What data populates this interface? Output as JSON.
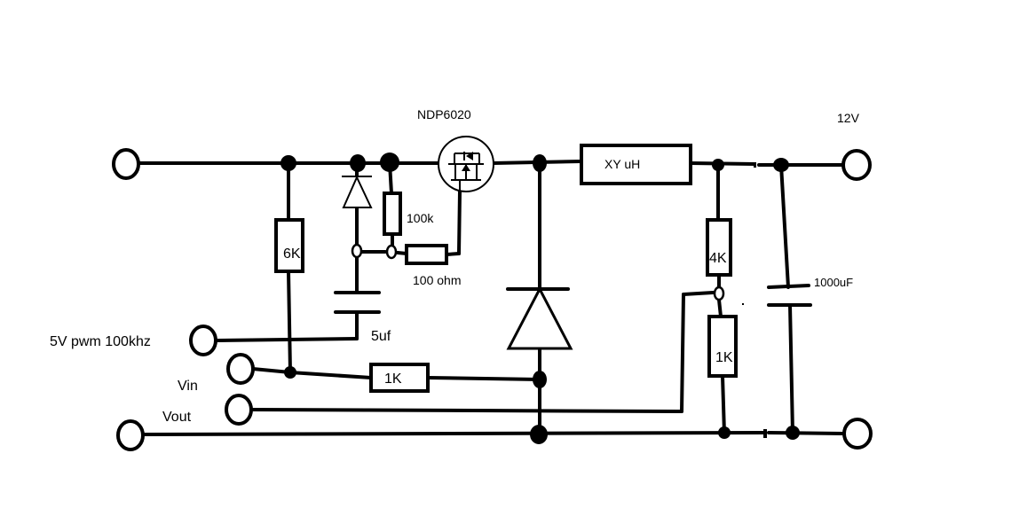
{
  "labels": {
    "mosfet": "NDP6020",
    "supply": "12V",
    "inductor": "XY uH",
    "r6k": "6K",
    "r100k": "100k",
    "r100ohm": "100 ohm",
    "cap5": "5uf",
    "pwm": "5V pwm 100khz",
    "vin": "Vin",
    "vout": "Vout",
    "r1k_h": "1K",
    "r4k": "4K",
    "r1k_v": "1K",
    "cap1000": "1000uF"
  },
  "colors": {
    "ink": "#000000",
    "background": "#ffffff"
  }
}
